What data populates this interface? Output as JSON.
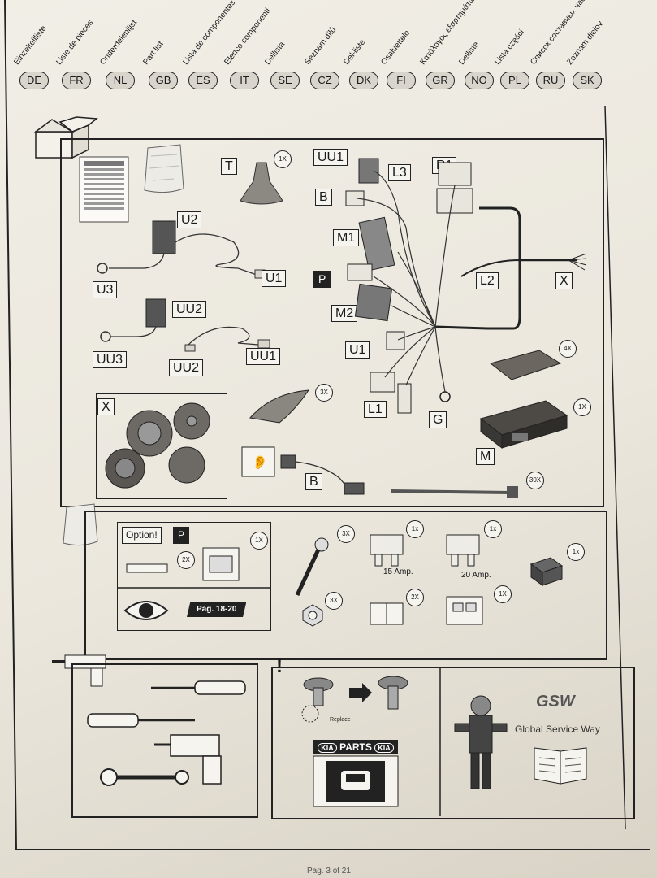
{
  "languages": [
    {
      "code": "DE",
      "name": "Einzelteilliste"
    },
    {
      "code": "FR",
      "name": "Liste de pieces"
    },
    {
      "code": "NL",
      "name": "Onderdelenlijst"
    },
    {
      "code": "GB",
      "name": "Part list"
    },
    {
      "code": "ES",
      "name": "Lista de componentes"
    },
    {
      "code": "IT",
      "name": "Elenco componenti"
    },
    {
      "code": "SE",
      "name": "Dellista"
    },
    {
      "code": "CZ",
      "name": "Seznam dílů"
    },
    {
      "code": "DK",
      "name": "Del-liste"
    },
    {
      "code": "FI",
      "name": "Osaluettelo"
    },
    {
      "code": "GR",
      "name": "Κατάλογος εξαρτημάτων"
    },
    {
      "code": "NO",
      "name": "Delliste"
    },
    {
      "code": "PL",
      "name": "Lista części"
    },
    {
      "code": "RU",
      "name": "Список составных частей"
    },
    {
      "code": "SK",
      "name": "Zoznam dielov"
    }
  ],
  "parts": {
    "T": "T",
    "T_qty": "1X",
    "UU1": "UU1",
    "L3": "L3",
    "R1": "R1",
    "B": "B",
    "M1": "M1",
    "U2": "U2",
    "U1": "U1",
    "U3": "U3",
    "P": "P",
    "L2": "L2",
    "X": "X",
    "M2": "M2",
    "UU2": "UU2",
    "UU3": "UU3",
    "UU1b": "UU1",
    "UU2b": "UU2",
    "U1b": "U1",
    "pad_qty": "4X",
    "L1": "L1",
    "G": "G",
    "M": "M",
    "M_qty": "1X",
    "X_box": "X",
    "foil_qty": "3X",
    "B_sensor": "B",
    "tie_qty": "30X"
  },
  "small_parts": {
    "option": "Option!",
    "option_p": "P",
    "terminal_qty": "2X",
    "housing_qty": "1X",
    "screw_qty": "3X",
    "fuse15_qty": "1x",
    "fuse15_label": "15 Amp.",
    "fuse20_qty": "1x",
    "fuse20_label": "20 Amp.",
    "connector_qty": "1x",
    "nut_qty": "3X",
    "clip2_qty": "2X",
    "clip1_qty": "1X",
    "page_ref": "Pag. 18-20"
  },
  "service": {
    "replace": "Replace",
    "kia_parts": "PARTS",
    "kia_brand": "KIA",
    "gsw_logo": "GSW",
    "gsw_text": "Global Service Way",
    "warning": "!"
  },
  "footer": "Pag. 3 of 21"
}
